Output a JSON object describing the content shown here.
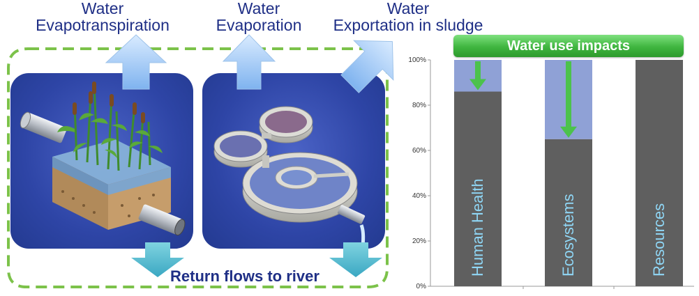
{
  "top_labels": {
    "evapotranspiration": [
      "Water",
      "Evapotranspiration"
    ],
    "evaporation": [
      "Water",
      "Evaporation"
    ],
    "exportation": [
      "Water",
      "Exportation in sludge"
    ]
  },
  "return_label": "Return flows to river",
  "icons": {
    "wetland": "constructed-wetland-icon",
    "treatment": "treatment-plant-icon"
  },
  "chart_data": {
    "type": "bar",
    "title": "Water use impacts",
    "categories": [
      "Human Health",
      "Ecosystems",
      "Resources"
    ],
    "series": [
      {
        "values": [
          86,
          65,
          100
        ],
        "color": "#5f5f5f"
      },
      {
        "values": [
          14,
          35,
          0
        ],
        "color": "#8fa1d6"
      }
    ],
    "yticks": [
      "0%",
      "20%",
      "40%",
      "60%",
      "80%",
      "100%"
    ],
    "ylim": [
      0,
      100
    ],
    "label_color": "#8fd6f5",
    "arrow_color": "#4cc24c"
  }
}
